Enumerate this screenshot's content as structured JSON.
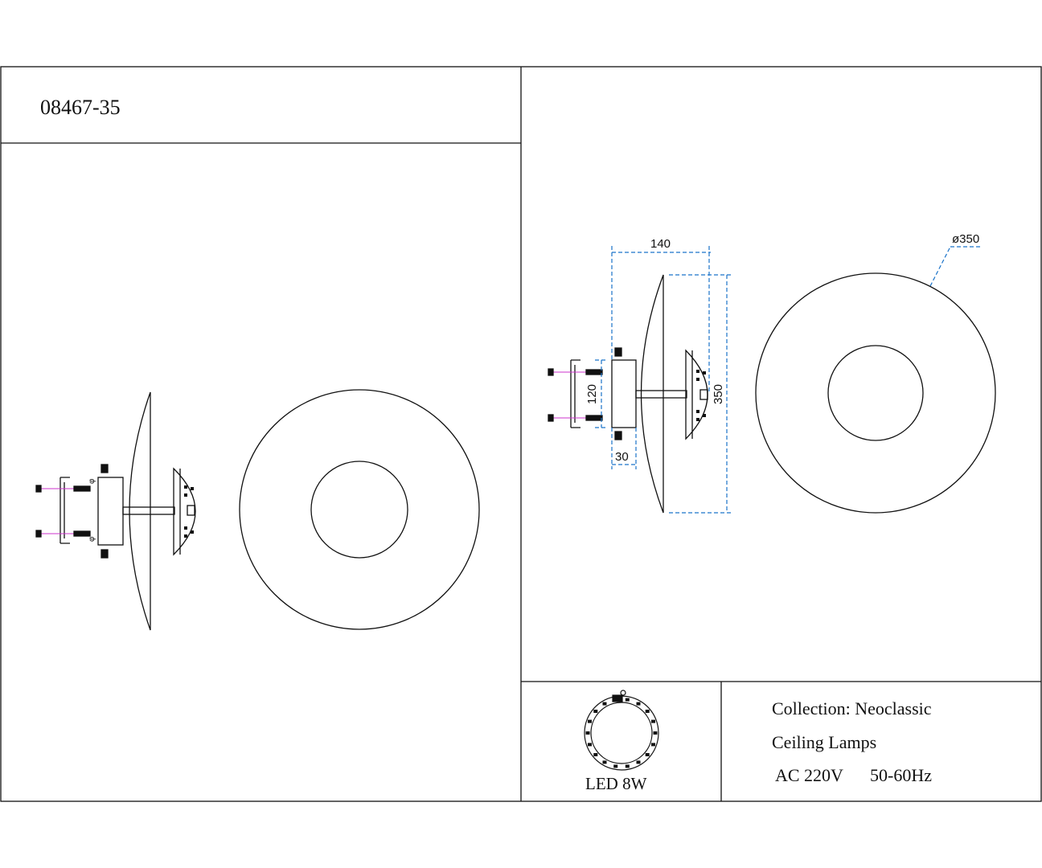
{
  "title_block": {
    "model_code": "08467-35"
  },
  "dimensions": {
    "depth": "140",
    "height": "350",
    "diameter": "ø350",
    "plate_height": "120",
    "plate_width": "30"
  },
  "light_source": {
    "label": "LED 8W"
  },
  "specs": {
    "collection": "Collection: Neoclassic",
    "category": "Ceiling Lamps",
    "voltage": "AC 220V",
    "frequency": "50-60Hz"
  },
  "colors": {
    "line": "#111111",
    "dimension": "#1a73c9",
    "screw_axis": "#cc33cc"
  }
}
